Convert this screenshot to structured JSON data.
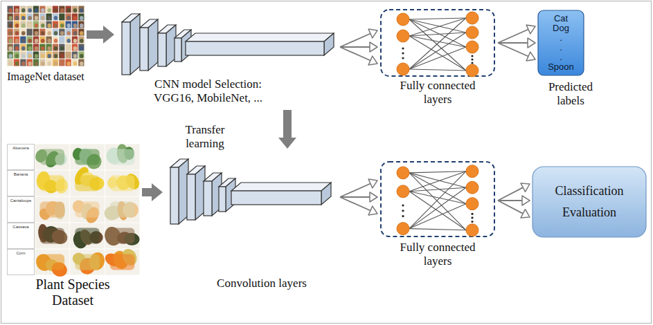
{
  "diagram": {
    "nodes": [
      {
        "text": [
          "ImageNet dataset"
        ]
      },
      {
        "text": [
          "CNN model Selection: VGG16, MobileNet, ..."
        ]
      },
      {
        "text": [
          "Fully connected layers"
        ]
      },
      {
        "text": [
          "Cat",
          "Dog",
          ".",
          ".",
          ".",
          "Spoon",
          "Predicted labels"
        ]
      },
      {
        "text": [
          "Plant Species Dataset"
        ]
      },
      {
        "text": [
          "Convolution layers"
        ]
      },
      {
        "text": [
          "Fully connected layers"
        ]
      },
      {
        "text": [
          "Classification Evaluation"
        ]
      }
    ],
    "edges": [
      {
        "from": 0,
        "to": 1,
        "arrow": "to"
      },
      {
        "from": 1,
        "to": 2,
        "arrow": "to"
      },
      {
        "from": 2,
        "to": 3,
        "arrow": "to"
      },
      {
        "from": 1,
        "to": 5,
        "arrow": "to"
      },
      {
        "from": 4,
        "to": 5,
        "arrow": "to"
      },
      {
        "from": 5,
        "to": 6,
        "arrow": "to"
      },
      {
        "from": 6,
        "to": 7,
        "arrow": "to"
      }
    ],
    "labels": [
      "Transfer learning",
      "Aloevera",
      "Banana",
      "Cantaloupe",
      "Cassava",
      "Corn"
    ]
  }
}
